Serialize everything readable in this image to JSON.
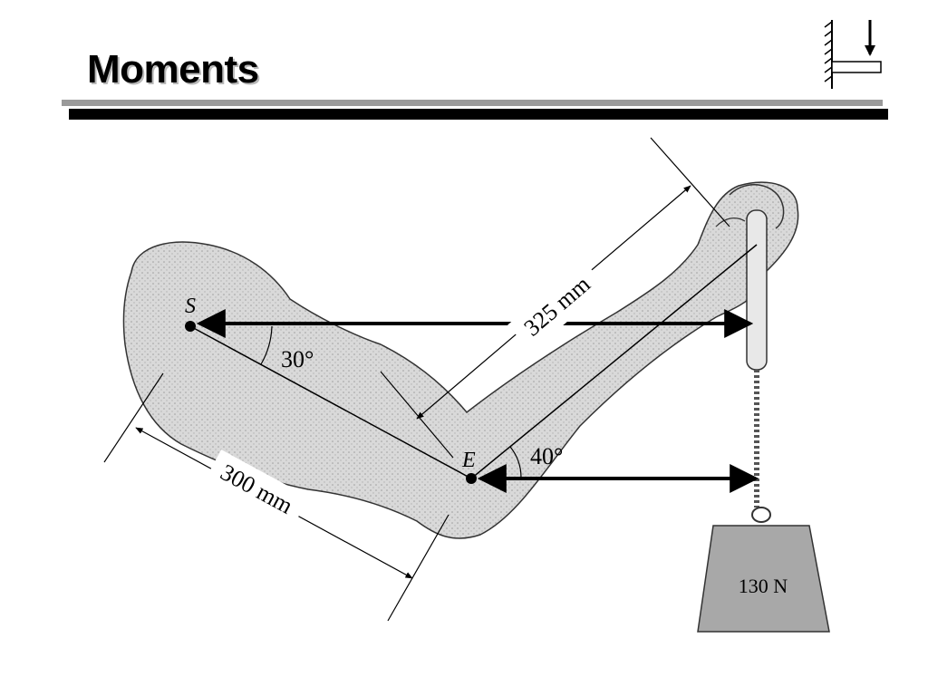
{
  "slide": {
    "title": "Moments"
  },
  "logo": {
    "icon": "beam-support-logo-icon"
  },
  "diagram": {
    "points": {
      "shoulder": "S",
      "elbow": "E"
    },
    "angles": {
      "upper_arm": "30°",
      "forearm": "40°"
    },
    "dimensions": {
      "upper_arm_length": "300 mm",
      "forearm_length": "325 mm"
    },
    "weight_label": "130 N"
  }
}
